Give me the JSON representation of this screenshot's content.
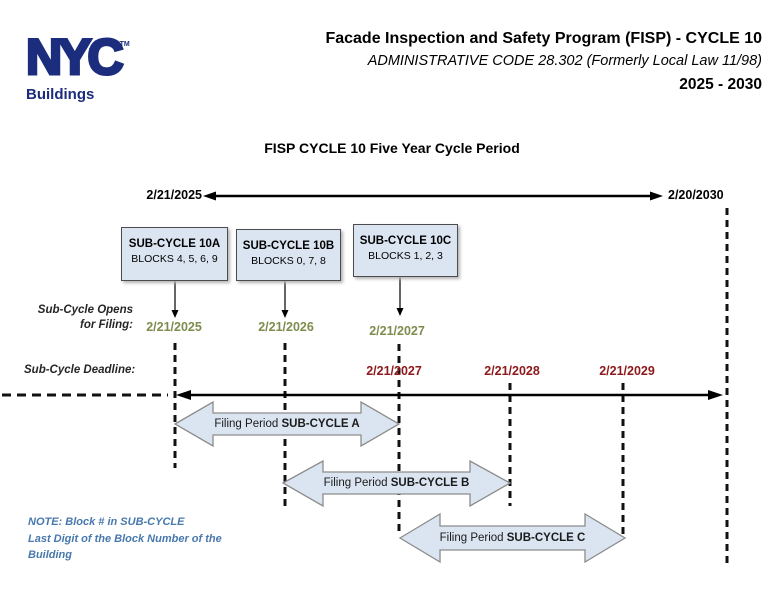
{
  "header": {
    "logo_text": "NYC",
    "logo_tm": "TM",
    "logo_subtext": "Buildings",
    "title": "Facade Inspection and Safety Program (FISP) - CYCLE 10",
    "subtitle": "ADMINISTRATIVE CODE 28.302 (Formerly Local Law 11/98)",
    "period": "2025 - 2030"
  },
  "diagram": {
    "heading": "FISP CYCLE 10 Five Year Cycle Period",
    "timeline_start": "2/21/2025",
    "timeline_end": "2/20/2030",
    "subcycles": [
      {
        "name": "SUB-CYCLE 10A",
        "blocks": "BLOCKS 4, 5, 6, 9",
        "opens_date": "2/21/2025"
      },
      {
        "name": "SUB-CYCLE 10B",
        "blocks": "BLOCKS 0, 7, 8",
        "opens_date": "2/21/2026"
      },
      {
        "name": "SUB-CYCLE 10C",
        "blocks": "BLOCKS 1, 2, 3",
        "opens_date": "2/21/2027"
      }
    ],
    "opens_label_line1": "Sub-Cycle Opens",
    "opens_label_line2": "for Filing:",
    "deadline_label": "Sub-Cycle Deadline:",
    "deadline_dates": [
      "2/21/2027",
      "2/21/2028",
      "2/21/2029"
    ],
    "filing_periods": [
      {
        "prefix": "Filing Period ",
        "name": "SUB-CYCLE A"
      },
      {
        "prefix": "Filing Period ",
        "name": "SUB-CYCLE B"
      },
      {
        "prefix": "Filing Period ",
        "name": "SUB-CYCLE C"
      }
    ],
    "note_line1": "NOTE: Block # in SUB-CYCLE",
    "note_line2": "Last Digit of the Block Number of the",
    "note_line3": "Building"
  },
  "colors": {
    "logo_navy": "#1b2d7c",
    "box_fill": "#dbe5f1",
    "box_border": "#4d4d4d",
    "arrow_fill": "#dbe5f1",
    "arrow_border": "#8c8c8c",
    "opens_date_green": "#7d8c4d",
    "deadline_red": "#8d191c",
    "note_blue": "#4878ad"
  }
}
